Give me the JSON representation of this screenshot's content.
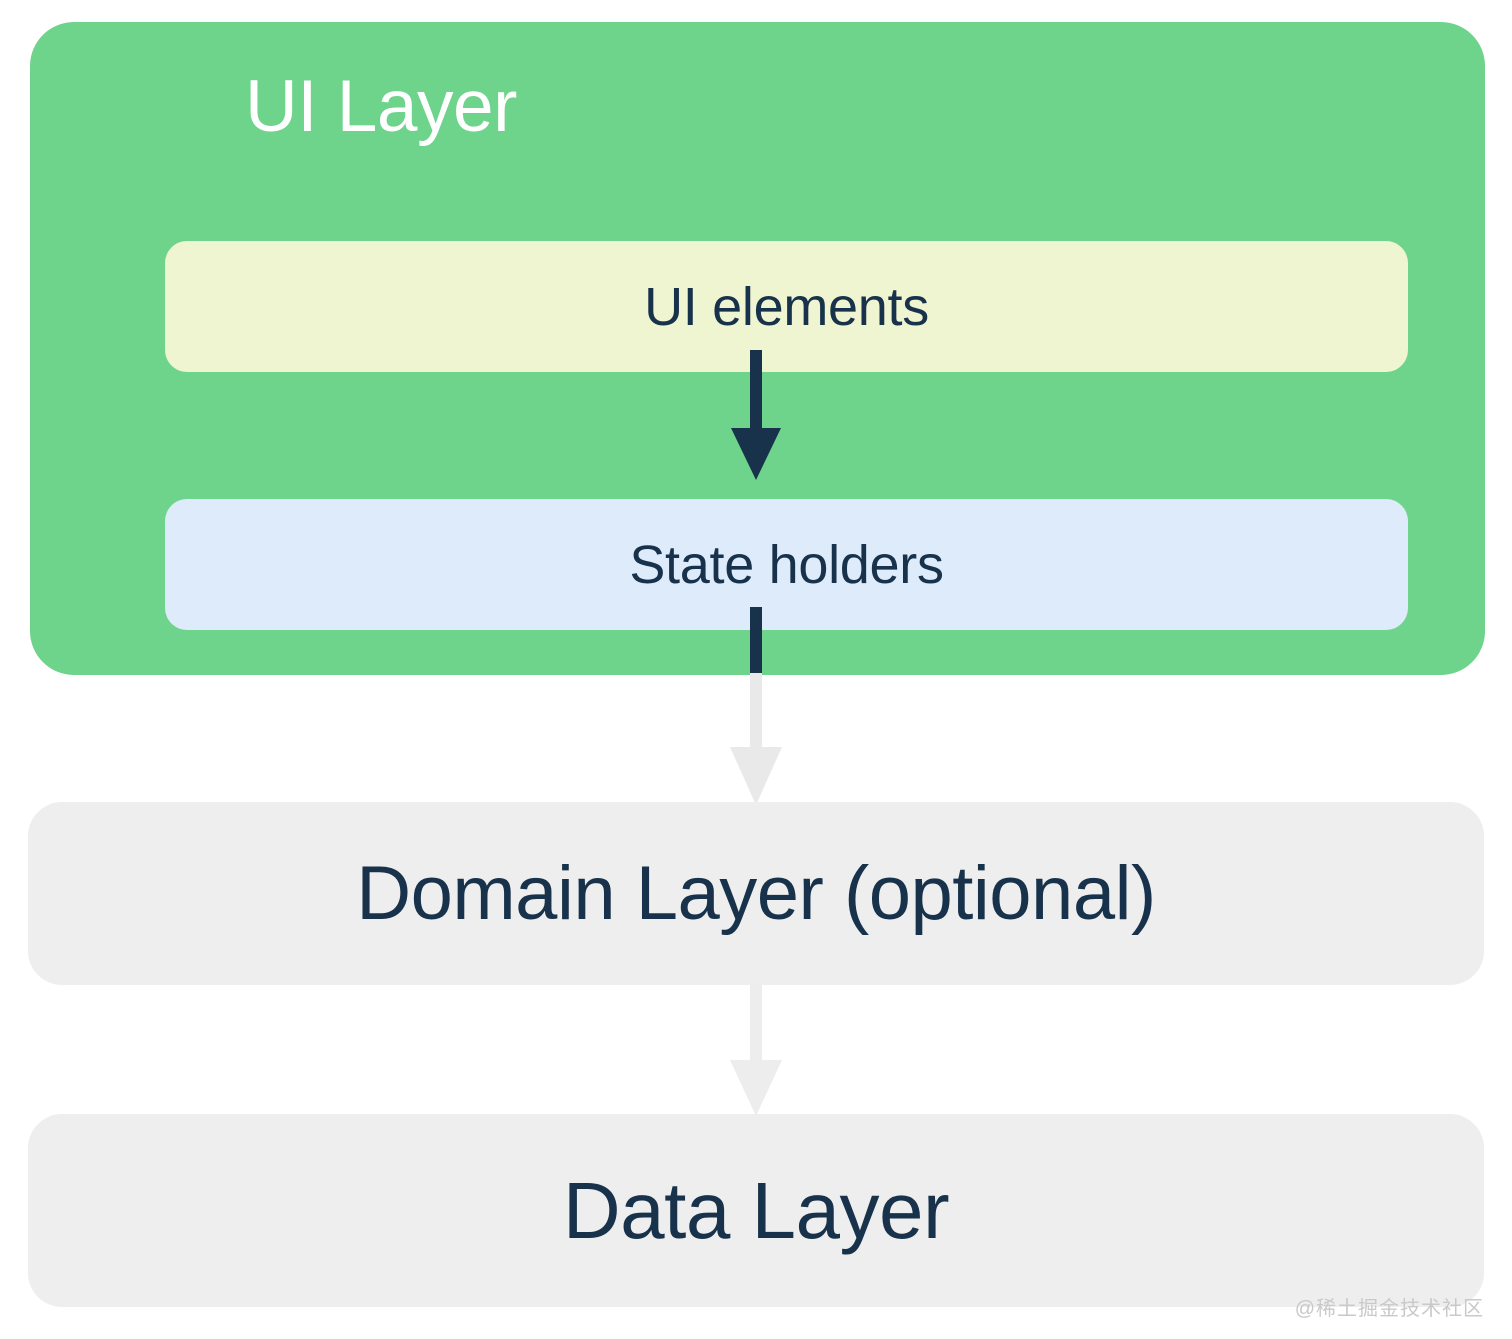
{
  "diagram": {
    "title_semantic": "android-app-architecture-layers",
    "ui_layer": {
      "title": "UI Layer",
      "card_color": "#6ED38B",
      "title_color": "#FFFFFF",
      "boxes": [
        {
          "label": "UI elements",
          "color": "#F0F5D1",
          "text_color": "#17324A"
        },
        {
          "label": "State holders",
          "color": "#DDEBFA",
          "text_color": "#17324A"
        }
      ]
    },
    "layers": [
      {
        "label": "Domain Layer (optional)",
        "color": "#EEEEEE",
        "text_color": "#17324A"
      },
      {
        "label": "Data Layer",
        "color": "#EEEEEE",
        "text_color": "#17324A"
      }
    ],
    "arrows": [
      {
        "from": "UI elements",
        "to": "State holders",
        "color": "#17324A",
        "style": "solid"
      },
      {
        "from": "State holders",
        "to": "Domain Layer (optional)",
        "color": "#E9E9E9",
        "stem_head_color": "#17324A",
        "style": "solid"
      },
      {
        "from": "Domain Layer (optional)",
        "to": "Data Layer",
        "color": "#EDEDED",
        "style": "solid"
      }
    ]
  },
  "watermark": {
    "text": "@稀土掘金技术社区"
  },
  "chart_data": {
    "type": "diagram",
    "title": "Android App Architecture Layers",
    "nodes": [
      {
        "id": "ui-layer",
        "label": "UI Layer",
        "level": 0,
        "color": "#6ED38B",
        "container": true
      },
      {
        "id": "ui-elements",
        "label": "UI elements",
        "level": 1,
        "color": "#F0F5D1",
        "parent": "ui-layer"
      },
      {
        "id": "state-holders",
        "label": "State holders",
        "level": 1,
        "color": "#DDEBFA",
        "parent": "ui-layer"
      },
      {
        "id": "domain-layer",
        "label": "Domain Layer (optional)",
        "level": 0,
        "color": "#EEEEEE"
      },
      {
        "id": "data-layer",
        "label": "Data Layer",
        "level": 0,
        "color": "#EEEEEE"
      }
    ],
    "edges": [
      {
        "source": "ui-elements",
        "target": "state-holders",
        "direction": "down"
      },
      {
        "source": "state-holders",
        "target": "domain-layer",
        "direction": "down"
      },
      {
        "source": "domain-layer",
        "target": "data-layer",
        "direction": "down"
      }
    ]
  }
}
